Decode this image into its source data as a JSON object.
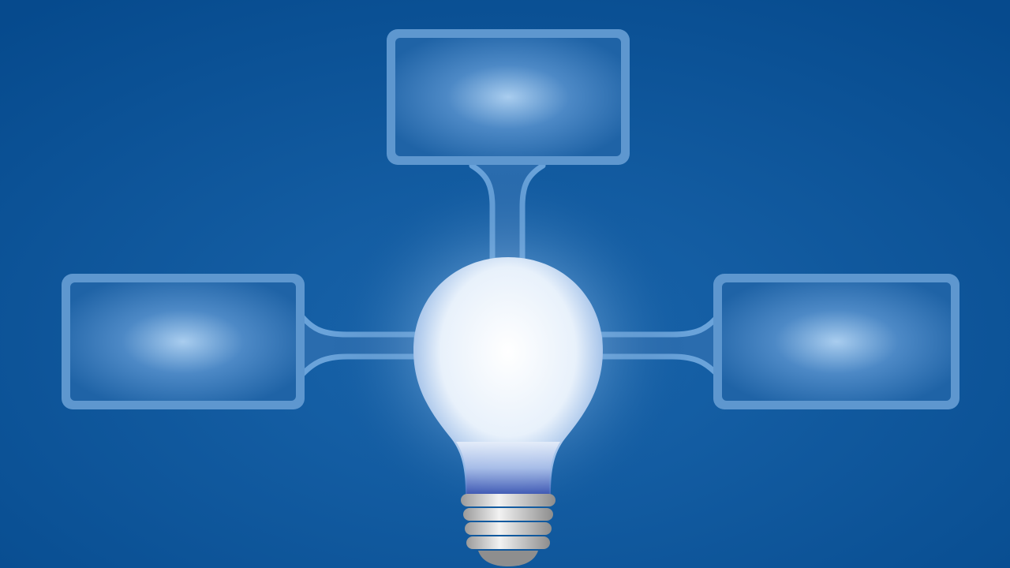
{
  "diagram": {
    "type": "hub-and-spoke",
    "center": {
      "icon": "light-bulb-icon"
    },
    "branches": [
      {
        "id": "top",
        "text": ""
      },
      {
        "id": "left",
        "text": ""
      },
      {
        "id": "right",
        "text": ""
      }
    ]
  },
  "colors": {
    "background": "#0a4f93",
    "box_frame": "#5b97d1",
    "connector": "#5b97d1",
    "bulb_glow": "#ffffff",
    "bulb_base": "#c9c9c9"
  }
}
